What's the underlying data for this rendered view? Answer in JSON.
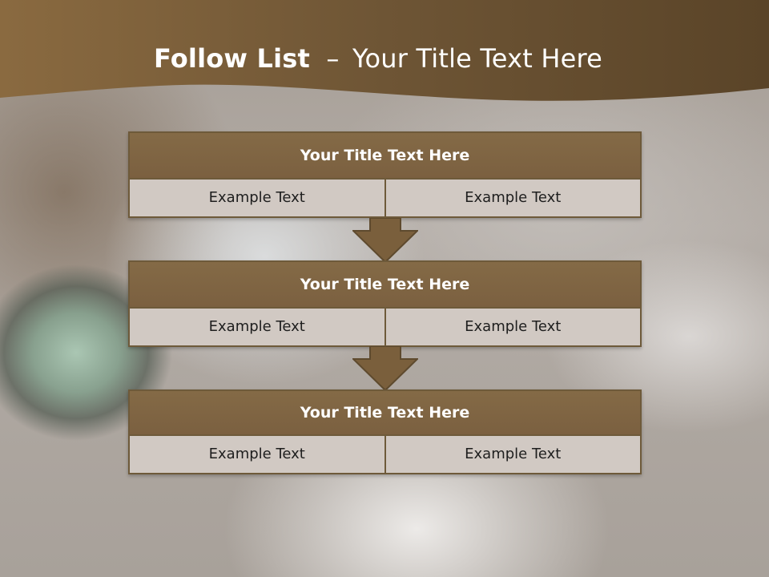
{
  "slide": {
    "title_bold": "Follow List",
    "title_separator": "–",
    "title_rest": "Your Title Text Here"
  },
  "blocks": [
    {
      "title": "Your Title Text Here",
      "cells": [
        "Example Text",
        "Example Text"
      ]
    },
    {
      "title": "Your Title Text Here",
      "cells": [
        "Example Text",
        "Example Text"
      ]
    },
    {
      "title": "Your Title Text Here",
      "cells": [
        "Example Text",
        "Example Text"
      ]
    }
  ],
  "colors": {
    "header_brown": "#7a5c38",
    "block_brown": "#7b6040",
    "cell_background": "#d1c9c3",
    "border": "#6e5a3a",
    "arrow": "#7a5f3c"
  },
  "icons": {
    "connector": "down-arrow-icon"
  }
}
